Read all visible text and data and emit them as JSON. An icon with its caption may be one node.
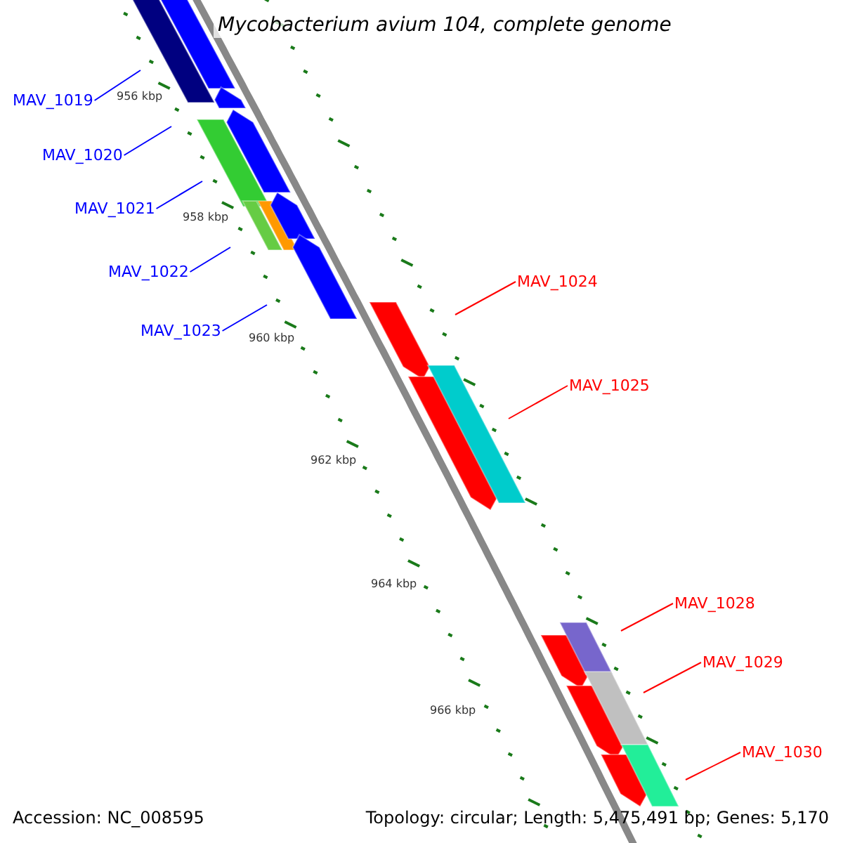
{
  "diagram": {
    "title": "Mycobacterium avium 104, complete genome",
    "nodes": [
      {
        "text": [
          "MAV_1019"
        ]
      },
      {
        "text": [
          "MAV_1020"
        ]
      },
      {
        "text": [
          "MAV_1021"
        ]
      },
      {
        "text": [
          "MAV_1022"
        ]
      },
      {
        "text": [
          "MAV_1023"
        ]
      },
      {
        "text": [
          "MAV_1024"
        ]
      },
      {
        "text": [
          "MAV_1025"
        ]
      },
      {
        "text": [
          "MAV_1028"
        ]
      },
      {
        "text": [
          "MAV_1029"
        ]
      },
      {
        "text": [
          "MAV_1030"
        ]
      },
      {
        "text": [],
        "shape": "box"
      },
      {
        "text": [],
        "shape": "pentagon"
      },
      {
        "text": [],
        "shape": "pentagon"
      },
      {
        "text": [],
        "shape": "box"
      },
      {
        "text": [],
        "shape": "pentagon"
      },
      {
        "text": [],
        "shape": "box"
      },
      {
        "text": [],
        "shape": "box"
      },
      {
        "text": [],
        "shape": "pentagon"
      },
      {
        "text": [],
        "shape": "pentagon"
      },
      {
        "text": [],
        "shape": "pentagon"
      },
      {
        "text": [],
        "shape": "pentagon"
      },
      {
        "text": [],
        "shape": "box"
      },
      {
        "text": [],
        "shape": "pentagon"
      },
      {
        "text": [],
        "shape": "box"
      },
      {
        "text": [],
        "shape": "pentagon"
      },
      {
        "text": [],
        "shape": "box"
      },
      {
        "text": [],
        "shape": "pentagon"
      },
      {
        "text": [],
        "shape": "box"
      }
    ],
    "edges": [
      {
        "from": 0,
        "to": null,
        "arrow": "none"
      },
      {
        "from": 1,
        "to": null,
        "arrow": "none"
      },
      {
        "from": 2,
        "to": null,
        "arrow": "none"
      },
      {
        "from": 3,
        "to": null,
        "arrow": "none"
      },
      {
        "from": 4,
        "to": null,
        "arrow": "none"
      },
      {
        "from": 5,
        "to": null,
        "arrow": "none",
        "color": "#ff0000"
      },
      {
        "from": 6,
        "to": null,
        "arrow": "none",
        "color": "#ff0000"
      },
      {
        "from": 7,
        "to": null,
        "arrow": "none",
        "color": "#ff0000"
      },
      {
        "from": 8,
        "to": null,
        "arrow": "none",
        "color": "#ff0000"
      },
      {
        "from": 9,
        "to": null,
        "arrow": "none",
        "color": "#ff0000"
      }
    ],
    "labels": [
      "956 kbp",
      "958 kbp",
      "960 kbp",
      "962 kbp",
      "964 kbp",
      "966 kbp",
      "Accession: NC_008595",
      "Topology: circular; Length: 5,475,491 bp; Genes: 5,170"
    ]
  }
}
